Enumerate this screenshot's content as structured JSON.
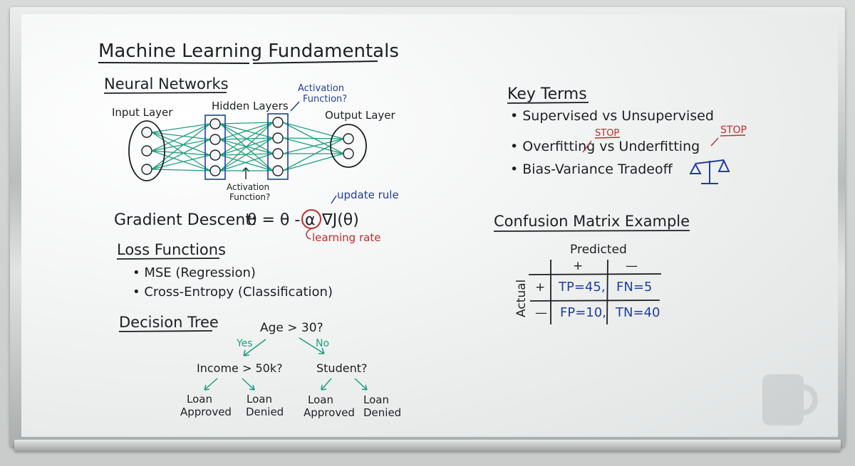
{
  "title": "Machine Learning Fundamentals",
  "neural": {
    "heading": "Neural Networks",
    "input_label": "Input Layer",
    "hidden_label": "Hidden Layers",
    "output_label": "Output Layer",
    "activation_top": [
      "Activation",
      "Function?"
    ],
    "activation_bottom": [
      "Activation",
      "Function?"
    ]
  },
  "gradient": {
    "label": "Gradient Descent:",
    "formula_left": "θ = θ -",
    "alpha": "α",
    "formula_right": "∇J(θ)",
    "update_note": "update rule",
    "rate_note": "learning rate"
  },
  "loss": {
    "heading": "Loss Functions",
    "items": [
      "• MSE (Regression)",
      "• Cross-Entropy (Classification)"
    ]
  },
  "tree": {
    "heading": "Decision Tree",
    "root": "Age > 30?",
    "yes": "Yes",
    "no": "No",
    "left_node": "Income > 50k?",
    "right_node": "Student?",
    "leaves": [
      [
        "Loan",
        "Approved"
      ],
      [
        "Loan",
        "Denied"
      ],
      [
        "Loan",
        "Approved"
      ],
      [
        "Loan",
        "Denied"
      ]
    ]
  },
  "key_terms": {
    "heading": "Key Terms",
    "items": [
      "• Supervised vs Unsupervised",
      "• Overfitting vs Underfitting",
      "• Bias-Variance Tradeoff"
    ],
    "stop_marks": [
      "STOP",
      "STOP"
    ]
  },
  "confusion": {
    "heading": "Confusion Matrix Example",
    "predicted_label": "Predicted",
    "actual_label": "Actual",
    "col_signs": [
      "+",
      "—"
    ],
    "row_signs": [
      "+",
      "—"
    ],
    "cells": [
      [
        "TP=45,",
        "FN=5"
      ],
      [
        "FP=10,",
        "TN=40"
      ]
    ]
  },
  "colors": {
    "ink": "#1d1f22",
    "blue": "#1f3f9e",
    "green": "#1e9f7c",
    "red": "#c42a2a"
  }
}
